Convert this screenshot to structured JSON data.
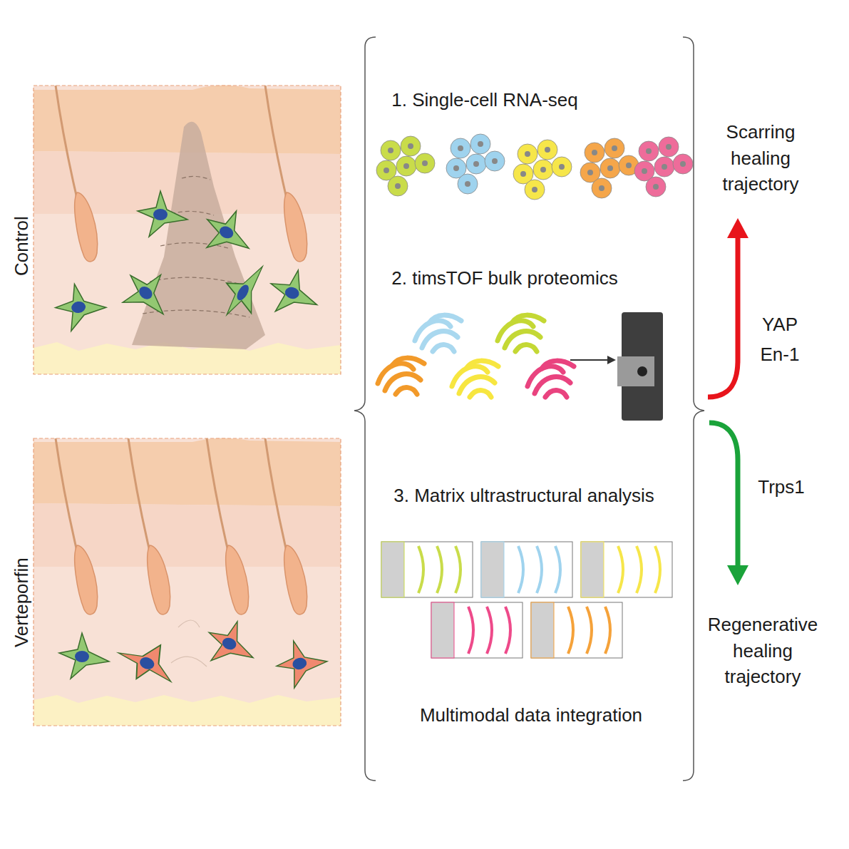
{
  "diagram": {
    "labels": [
      "Control",
      "Verteporfin",
      "1. Single-cell RNA-seq",
      "2. timsTOF bulk proteomics",
      "3. Matrix ultrastructural analysis",
      "Multimodal data integration",
      "Scarring healing trajectory",
      "YAP",
      "En-1",
      "Trps1",
      "Regenerative healing trajectory"
    ]
  }
}
